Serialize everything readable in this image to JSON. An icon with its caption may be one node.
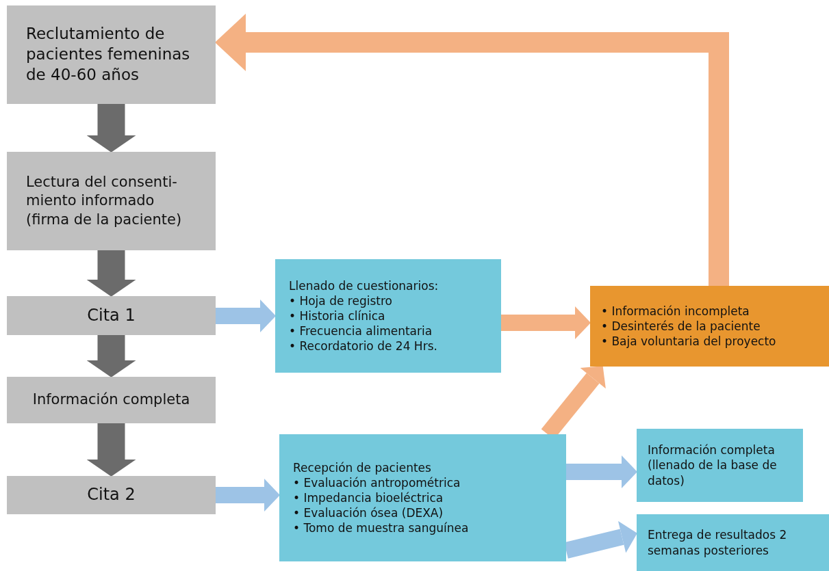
{
  "diagram": {
    "nodes": [
      {
        "text": [
          "Reclutamiento de pacientes femeninas de 40-60 años"
        ]
      },
      {
        "text": [
          "Lectura del consenti-miento informado (firma de la paciente)"
        ]
      },
      {
        "text": [
          "Cita 1"
        ]
      },
      {
        "text": [
          "Información completa"
        ]
      },
      {
        "text": [
          "Cita 2"
        ]
      },
      {
        "text": [
          "Llenado de cuestionarios:",
          "• Hoja de registro",
          "• Historia clínica",
          "• Frecuencia alimentaria",
          "• Recordatorio de 24 Hrs."
        ]
      },
      {
        "text": [
          "• Información incompleta",
          "• Desinterés de la paciente",
          "• Baja voluntaria del proyecto"
        ]
      },
      {
        "text": [
          "Recepción de pacientes",
          "• Evaluación antropométrica",
          "• Impedancia bioeléctrica",
          "• Evaluación ósea (DEXA)",
          "• Tomo de muestra sanguínea"
        ]
      },
      {
        "text": [
          "Información completa (llenado de la base de datos)"
        ]
      },
      {
        "text": [
          "Entrega de resultados 2 semanas posteriores"
        ]
      }
    ],
    "edges": [
      {
        "from": 0,
        "to": 1,
        "arrow": "to",
        "color": "#6b6b6b"
      },
      {
        "from": 1,
        "to": 2,
        "arrow": "to",
        "color": "#6b6b6b"
      },
      {
        "from": 2,
        "to": 3,
        "arrow": "to",
        "color": "#6b6b6b"
      },
      {
        "from": 3,
        "to": 4,
        "arrow": "to",
        "color": "#6b6b6b"
      },
      {
        "from": 2,
        "to": 5,
        "arrow": "to",
        "color": "#9dc3e6"
      },
      {
        "from": 5,
        "to": 6,
        "arrow": "to",
        "color": "#f4b183"
      },
      {
        "from": 7,
        "to": 6,
        "arrow": "to",
        "color": "#f4b183"
      },
      {
        "from": 4,
        "to": 7,
        "arrow": "to",
        "color": "#9dc3e6"
      },
      {
        "from": 7,
        "to": 8,
        "arrow": "to",
        "color": "#9dc3e6"
      },
      {
        "from": 7,
        "to": 9,
        "arrow": "to",
        "color": "#9dc3e6"
      },
      {
        "from": 6,
        "to": 0,
        "arrow": "to",
        "color": "#f4b183"
      }
    ]
  }
}
